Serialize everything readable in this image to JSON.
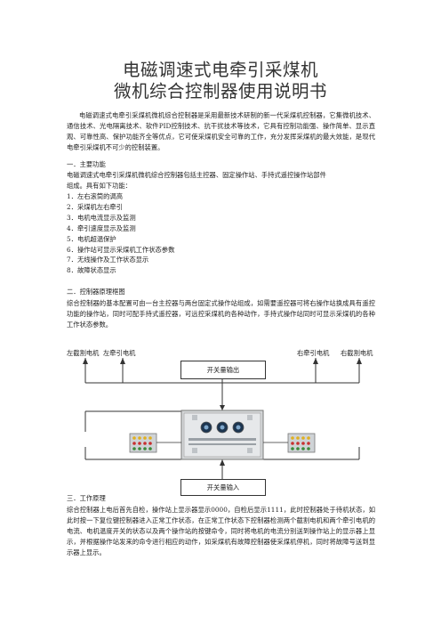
{
  "title": {
    "line1": "电磁调速式电牵引采煤机",
    "line2": "微机综合控制器使用说明书"
  },
  "intro": "电磁调速式电牵引采煤机微机综合控制器是采用最新技术研制的新一代采煤机控制器，它集微机技术、通信技术、光电隔离技术、软件PID控制技术、抗干扰技术等技术，它具有控制功能强、操作简单、显示直观、可靠性高、保护功能齐全等优点，它可使采煤机安全可靠的工作，充分发挥采煤机的最大效能，是现代电牵引采煤机不可少的控制装置。",
  "section1": {
    "heading": "一．主要功能",
    "para_line1": "电磁调速式电牵引采煤机微机综合控制器包括主控器、固定操作站、手持式遥控操作站部件",
    "para_line2": "组成。具有如下功能：",
    "items": [
      "1．左右滚筒的调高",
      "2．采煤机左右牵引",
      "3．电机电流显示及监测",
      "4．牵引速度显示及监测",
      "5．电机超温保护",
      "6．操作站可显示采煤机工作状态参数",
      "7．无线操作及工作状态显示",
      "8．故障状态显示"
    ]
  },
  "section2": {
    "heading": "二．控制器原理框图",
    "para": "综合控制器的基本配置可由一台主控器与两台固定式操作站组成，如需要遥控器可将右操作站换成具有遥控功能的操作站，同时可配手持式遥控器，可远控采煤机的各种动作，手持式操作站同时可显示采煤机的各种工作状态参数。"
  },
  "diagram": {
    "labels": {
      "left_cut_motor": "左截割电机",
      "left_haul_motor": "左牵引电机",
      "right_haul_motor": "右牵引电机",
      "right_cut_motor": "右截割电机"
    },
    "switch_output": "开关量输出",
    "switch_input": "开关量输入"
  },
  "section3": {
    "heading": "三．工作原理",
    "para": "综合控制器上电后首先自检，操作站上显示器显示0000，自检后显示1111，此时控制器处于待机状态，如此时按一下复位键控制器进入正常工作状态，在正常工作状态下控制器检测两个截割电机和两个牵引电机的电流、电机温度开关的状态以及两个操作站的按键命令，同时将电机的电流分别送到操作站上的显示器上显示，并根据操作站发来的命令进行相应的动作，如采煤机有故障控制器使采煤机停机，同时将故障号送到显示器上显示。"
  }
}
